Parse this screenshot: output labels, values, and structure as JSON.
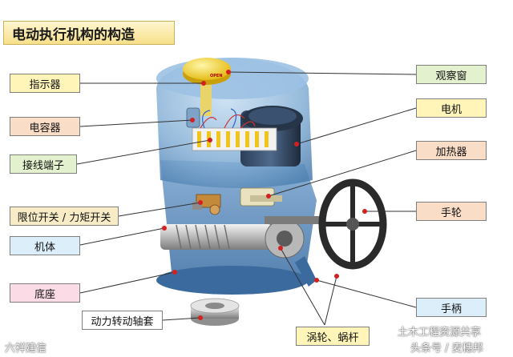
{
  "title": "电动执行机构的构造",
  "labels": {
    "indicator": "指示器",
    "capacitor": "电容器",
    "terminal": "接线端子",
    "limit_switch": "限位开关 / 力矩开关",
    "body": "机体",
    "base": "底座",
    "drive_sleeve": "动力转动轴套",
    "window": "观察窗",
    "motor": "电机",
    "heater": "加热器",
    "handwheel": "手轮",
    "handle": "手柄",
    "worm": "涡轮、蜗杆"
  },
  "dial_text": "OPEN",
  "watermark": {
    "left": "六祥建信",
    "right_1": "土木工程资源共享",
    "right_2": "头条号 / 麦穗邦"
  },
  "colors": {
    "leader_line": "#333333",
    "housing": "#7aa6cf",
    "dial": "#f4d21f"
  }
}
